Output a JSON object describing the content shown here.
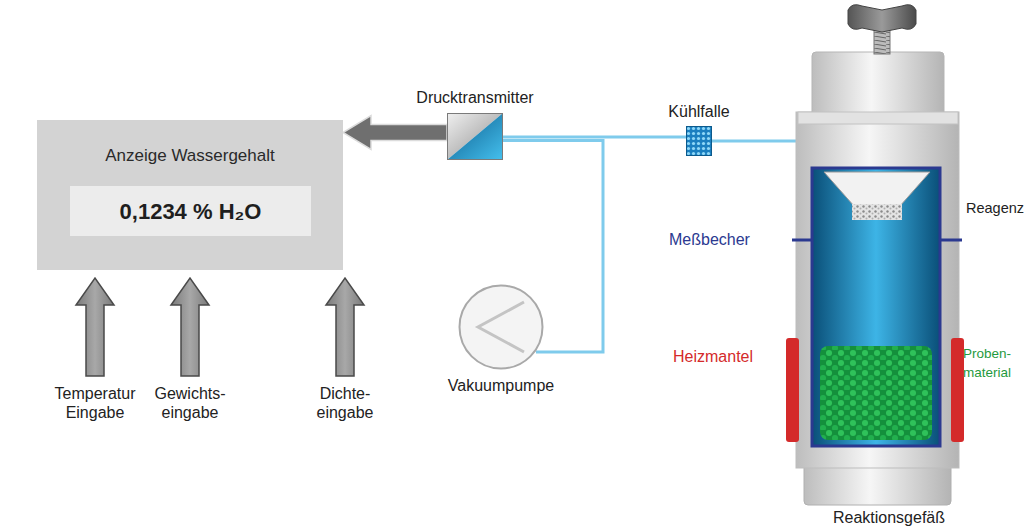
{
  "diagram": {
    "nodes": [
      {
        "text": [
          "Anzeige Wassergehalt"
        ]
      },
      {
        "text": [
          "0,1234 % H₂O"
        ],
        "in": 0
      },
      {
        "text": [
          "Drucktransmitter"
        ]
      },
      {
        "text": [
          "Kühlfalle"
        ]
      },
      {
        "text": [
          "Vakuumpumpe"
        ]
      }
    ],
    "edges": [
      {
        "from": 2,
        "to": 0,
        "arrow": "to"
      },
      {
        "from": 3,
        "to": 2,
        "arrow": "none"
      },
      {
        "from": 4,
        "to": 2,
        "arrow": "none"
      }
    ],
    "labels": [
      "Temperatur Eingabe",
      "Gewichts- eingabe",
      "Dichte- eingabe",
      "Reagenz",
      "Meßbecher",
      "Heizmantel",
      "Proben- material",
      "Reaktionsgefäß"
    ]
  }
}
